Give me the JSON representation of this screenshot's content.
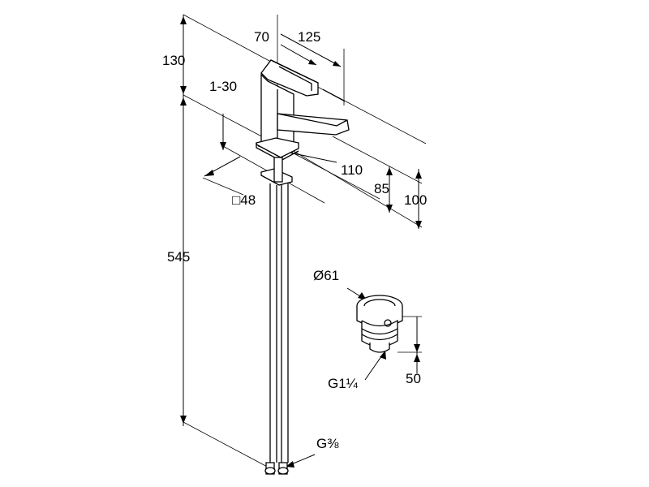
{
  "dimensions": {
    "height_top": "130",
    "spout_70": "70",
    "spout_125": "125",
    "deck_thickness": "1-30",
    "spout_110": "110",
    "height_85": "85",
    "height_100": "100",
    "base_square": "□48",
    "total_height": "545",
    "waste_diameter": "Ø61",
    "waste_thread": "G1¼",
    "waste_height": "50",
    "hose_thread": "G⅜"
  }
}
